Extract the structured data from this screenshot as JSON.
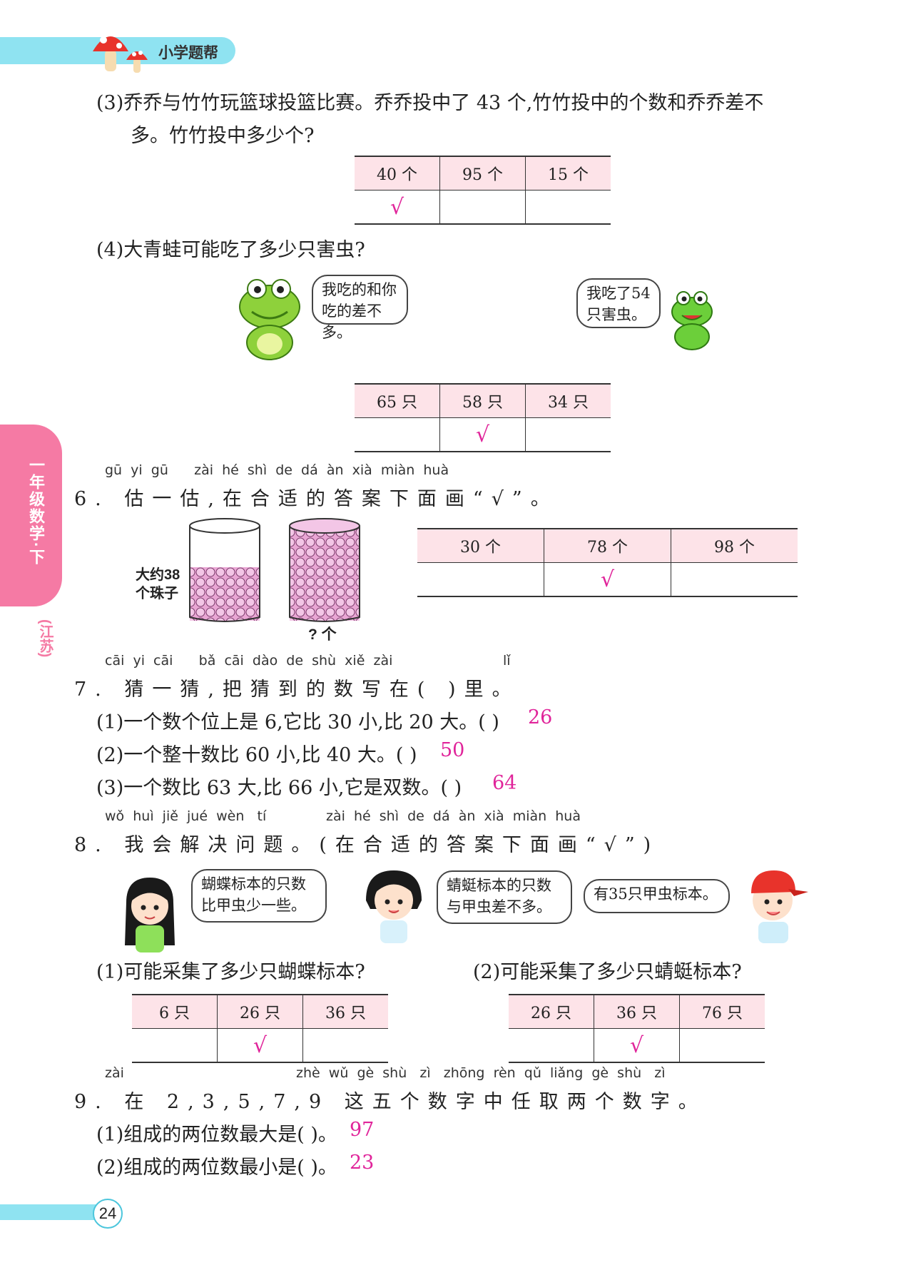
{
  "header": {
    "title": "小学题帮"
  },
  "side": {
    "label": "一年级数学·下",
    "province": "(江苏)"
  },
  "page_number": "24",
  "q5_3": {
    "line1": "(3)乔乔与竹竹玩篮球投篮比赛。乔乔投中了 43 个,竹竹投中的个数和乔乔差不",
    "line2": "多。竹竹投中多少个?",
    "options": [
      "40 个",
      "95 个",
      "15 个"
    ],
    "answers": [
      "√",
      "",
      ""
    ]
  },
  "q5_4": {
    "text": "(4)大青蛙可能吃了多少只害虫?",
    "bubble_big": [
      "我吃的和你",
      "吃的差不多。"
    ],
    "bubble_small": [
      "我吃了54",
      "只害虫。"
    ],
    "options": [
      "65 只",
      "58 只",
      "34 只"
    ],
    "answers": [
      "",
      "√",
      ""
    ]
  },
  "q6": {
    "pinyin": "gū  yi  gū      zài  hé  shì  de  dá  àn  xià  miàn  huà",
    "text": "6. 估一估,在合适的答案下面画“√”。",
    "jar_label": [
      "大约38",
      "个珠子"
    ],
    "unknown_label": "? 个",
    "options": [
      "30 个",
      "78 个",
      "98 个"
    ],
    "answers": [
      "",
      "√",
      ""
    ]
  },
  "q7": {
    "pinyin_a": "cāi  yi  cāi      bǎ  cāi  dào  de  shù  xiě  zài",
    "pinyin_b": "lǐ",
    "text": "7. 猜一猜,把猜到的数写在(        )里。",
    "items": [
      {
        "text": "(1)一个数个位上是 6,它比 30 小,比 20 大。(          )",
        "answer": "26"
      },
      {
        "text": "(2)一个整十数比 60 小,比 40 大。(          )",
        "answer": "50"
      },
      {
        "text": "(3)一个数比 63 大,比 66 小,它是双数。(          )",
        "answer": "64"
      }
    ]
  },
  "q8": {
    "pinyin_a": "wǒ  huì  jiě  jué  wèn   tí",
    "pinyin_b": "zài  hé  shì  de  dá  àn  xià  miàn  huà",
    "text": "8. 我会解决问题。(在合适的答案下面画“√”)",
    "bubble1": [
      "蝴蝶标本的只数",
      "比甲虫少一些。"
    ],
    "bubble2": [
      "蜻蜓标本的只数",
      "与甲虫差不多。"
    ],
    "bubble3": [
      "有35只甲虫标本。"
    ],
    "sub1": {
      "text": "(1)可能采集了多少只蝴蝶标本?",
      "options": [
        "6 只",
        "26 只",
        "36 只"
      ],
      "answers": [
        "",
        "√",
        ""
      ]
    },
    "sub2": {
      "text": "(2)可能采集了多少只蜻蜓标本?",
      "options": [
        "26 只",
        "36 只",
        "76 只"
      ],
      "answers": [
        "",
        "√",
        ""
      ]
    }
  },
  "q9": {
    "pinyin_a": "zài",
    "pinyin_b": "zhè  wǔ  gè  shù   zì   zhōng  rèn  qǔ  liǎng  gè  shù   zì",
    "text": "9. 在 2,3,5,7,9 这五个数字中任取两个数字。",
    "items": [
      {
        "text": "(1)组成的两位数最大是(          )。",
        "answer": "97"
      },
      {
        "text": "(2)组成的两位数最小是(          )。",
        "answer": "23"
      }
    ]
  }
}
